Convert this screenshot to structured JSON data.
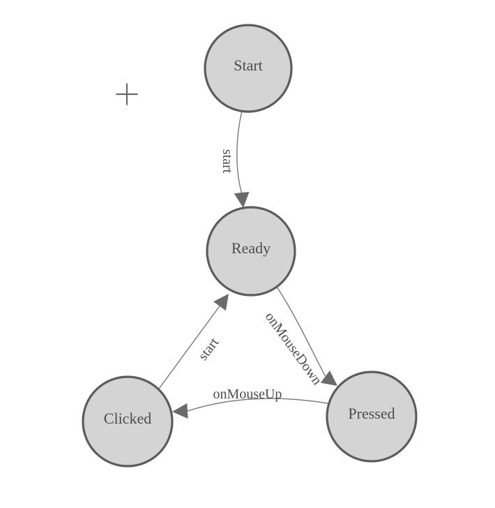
{
  "diagram": {
    "colors": {
      "background": "#ffffff",
      "node_fill": "#d4d4d4",
      "node_stroke": "#5c5c5c",
      "edge_stroke": "#777777",
      "arrow_fill": "#6a6a6a",
      "text_color": "#4d4d4d",
      "crosshair_color": "#696969"
    },
    "nodes": [
      {
        "id": "start",
        "label": "Start"
      },
      {
        "id": "ready",
        "label": "Ready"
      },
      {
        "id": "clicked",
        "label": "Clicked"
      },
      {
        "id": "pressed",
        "label": "Pressed"
      }
    ],
    "edges": [
      {
        "from": "Start",
        "to": "Ready",
        "label": "start"
      },
      {
        "from": "Ready",
        "to": "Pressed",
        "label": "onMouseDown"
      },
      {
        "from": "Pressed",
        "to": "Clicked",
        "label": "onMouseUp"
      },
      {
        "from": "Clicked",
        "to": "Ready",
        "label": "start"
      }
    ],
    "crosshair": {
      "symbol": "+"
    }
  }
}
